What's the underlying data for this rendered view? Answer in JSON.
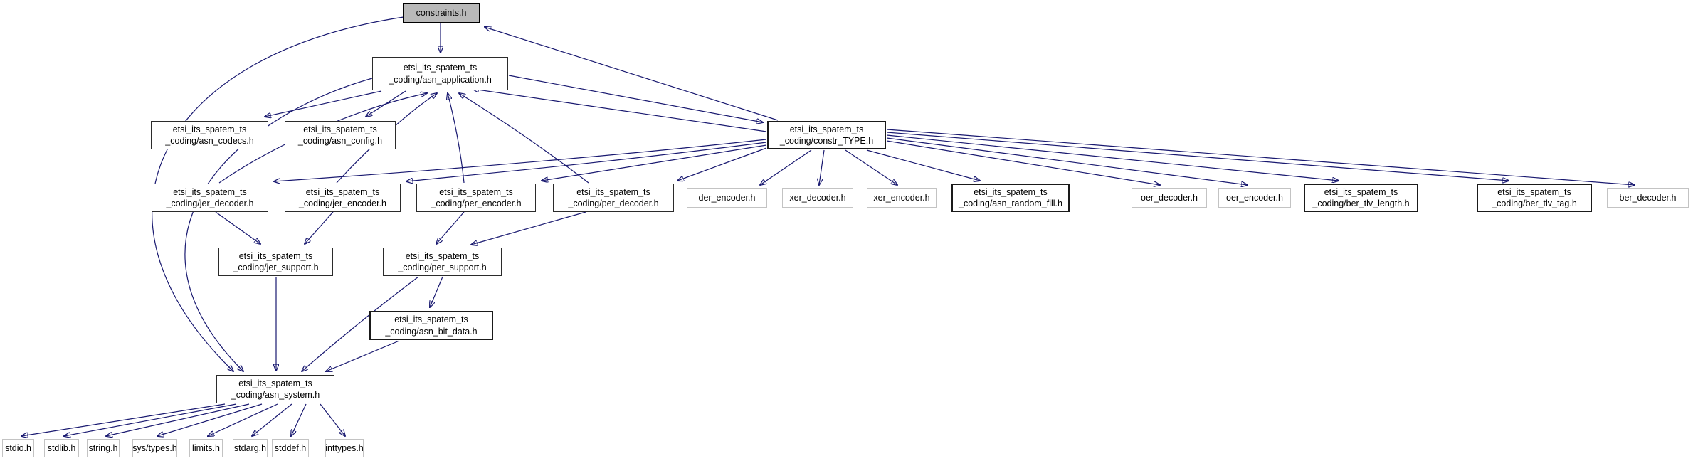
{
  "diagram": {
    "kind": "doxygen-include-dependency-graph",
    "root_file": "constraints.h",
    "colors": {
      "edge": "#191970",
      "node_fill": "#ffffff",
      "root_node_fill": "#b9b9b9",
      "project_border": "#2b2b2b",
      "external_border": "#c3c3c3",
      "text": "#000000"
    }
  },
  "nodes": {
    "constraints": {
      "label": "constraints.h",
      "kind": "root"
    },
    "asn_application": {
      "label": "etsi_its_spatem_ts\n_coding/asn_application.h",
      "kind": "project"
    },
    "asn_codecs": {
      "label": "etsi_its_spatem_ts\n_coding/asn_codecs.h",
      "kind": "project"
    },
    "asn_config": {
      "label": "etsi_its_spatem_ts\n_coding/asn_config.h",
      "kind": "project"
    },
    "constr_TYPE": {
      "label": "etsi_its_spatem_ts\n_coding/constr_TYPE.h",
      "kind": "project"
    },
    "jer_decoder": {
      "label": "etsi_its_spatem_ts\n_coding/jer_decoder.h",
      "kind": "project"
    },
    "jer_encoder": {
      "label": "etsi_its_spatem_ts\n_coding/jer_encoder.h",
      "kind": "project"
    },
    "per_encoder": {
      "label": "etsi_its_spatem_ts\n_coding/per_encoder.h",
      "kind": "project"
    },
    "per_decoder": {
      "label": "etsi_its_spatem_ts\n_coding/per_decoder.h",
      "kind": "project"
    },
    "der_encoder": {
      "label": "der_encoder.h",
      "kind": "external"
    },
    "xer_decoder": {
      "label": "xer_decoder.h",
      "kind": "external"
    },
    "xer_encoder": {
      "label": "xer_encoder.h",
      "kind": "external"
    },
    "asn_random_fill": {
      "label": "etsi_its_spatem_ts\n_coding/asn_random_fill.h",
      "kind": "project"
    },
    "oer_decoder": {
      "label": "oer_decoder.h",
      "kind": "external"
    },
    "oer_encoder": {
      "label": "oer_encoder.h",
      "kind": "external"
    },
    "ber_tlv_length": {
      "label": "etsi_its_spatem_ts\n_coding/ber_tlv_length.h",
      "kind": "project"
    },
    "ber_tlv_tag": {
      "label": "etsi_its_spatem_ts\n_coding/ber_tlv_tag.h",
      "kind": "project"
    },
    "ber_decoder": {
      "label": "ber_decoder.h",
      "kind": "external"
    },
    "jer_support": {
      "label": "etsi_its_spatem_ts\n_coding/jer_support.h",
      "kind": "project"
    },
    "per_support": {
      "label": "etsi_its_spatem_ts\n_coding/per_support.h",
      "kind": "project"
    },
    "asn_bit_data": {
      "label": "etsi_its_spatem_ts\n_coding/asn_bit_data.h",
      "kind": "project"
    },
    "asn_system": {
      "label": "etsi_its_spatem_ts\n_coding/asn_system.h",
      "kind": "project"
    },
    "stdio_h": {
      "label": "stdio.h",
      "kind": "external"
    },
    "stdlib_h": {
      "label": "stdlib.h",
      "kind": "external"
    },
    "string_h": {
      "label": "string.h",
      "kind": "external"
    },
    "sys_types_h": {
      "label": "sys/types.h",
      "kind": "external"
    },
    "limits_h": {
      "label": "limits.h",
      "kind": "external"
    },
    "stdarg_h": {
      "label": "stdarg.h",
      "kind": "external"
    },
    "stddef_h": {
      "label": "stddef.h",
      "kind": "external"
    },
    "inttypes_h": {
      "label": "inttypes.h",
      "kind": "external"
    }
  },
  "edges": [
    {
      "from": "constraints",
      "to": "asn_application"
    },
    {
      "from": "constraints",
      "to": "asn_system"
    },
    {
      "from": "asn_application",
      "to": "asn_codecs"
    },
    {
      "from": "asn_application",
      "to": "asn_config"
    },
    {
      "from": "asn_application",
      "to": "constr_TYPE"
    },
    {
      "from": "asn_application",
      "to": "asn_system"
    },
    {
      "from": "constr_TYPE",
      "to": "constraints"
    },
    {
      "from": "constr_TYPE",
      "to": "asn_application"
    },
    {
      "from": "constr_TYPE",
      "to": "jer_decoder"
    },
    {
      "from": "constr_TYPE",
      "to": "jer_encoder"
    },
    {
      "from": "constr_TYPE",
      "to": "per_encoder"
    },
    {
      "from": "constr_TYPE",
      "to": "per_decoder"
    },
    {
      "from": "constr_TYPE",
      "to": "der_encoder"
    },
    {
      "from": "constr_TYPE",
      "to": "xer_decoder"
    },
    {
      "from": "constr_TYPE",
      "to": "xer_encoder"
    },
    {
      "from": "constr_TYPE",
      "to": "asn_random_fill"
    },
    {
      "from": "constr_TYPE",
      "to": "oer_decoder"
    },
    {
      "from": "constr_TYPE",
      "to": "oer_encoder"
    },
    {
      "from": "constr_TYPE",
      "to": "ber_tlv_length"
    },
    {
      "from": "constr_TYPE",
      "to": "ber_tlv_tag"
    },
    {
      "from": "constr_TYPE",
      "to": "ber_decoder"
    },
    {
      "from": "jer_decoder",
      "to": "asn_application"
    },
    {
      "from": "jer_encoder",
      "to": "asn_application"
    },
    {
      "from": "per_encoder",
      "to": "asn_application"
    },
    {
      "from": "per_decoder",
      "to": "asn_application"
    },
    {
      "from": "jer_decoder",
      "to": "jer_support"
    },
    {
      "from": "jer_encoder",
      "to": "jer_support"
    },
    {
      "from": "per_encoder",
      "to": "per_support"
    },
    {
      "from": "per_decoder",
      "to": "per_support"
    },
    {
      "from": "jer_support",
      "to": "asn_system"
    },
    {
      "from": "per_support",
      "to": "asn_system"
    },
    {
      "from": "per_support",
      "to": "asn_bit_data"
    },
    {
      "from": "asn_bit_data",
      "to": "asn_system"
    },
    {
      "from": "asn_system",
      "to": "stdio_h"
    },
    {
      "from": "asn_system",
      "to": "stdlib_h"
    },
    {
      "from": "asn_system",
      "to": "string_h"
    },
    {
      "from": "asn_system",
      "to": "sys_types_h"
    },
    {
      "from": "asn_system",
      "to": "limits_h"
    },
    {
      "from": "asn_system",
      "to": "stdarg_h"
    },
    {
      "from": "asn_system",
      "to": "stddef_h"
    },
    {
      "from": "asn_system",
      "to": "inttypes_h"
    }
  ]
}
